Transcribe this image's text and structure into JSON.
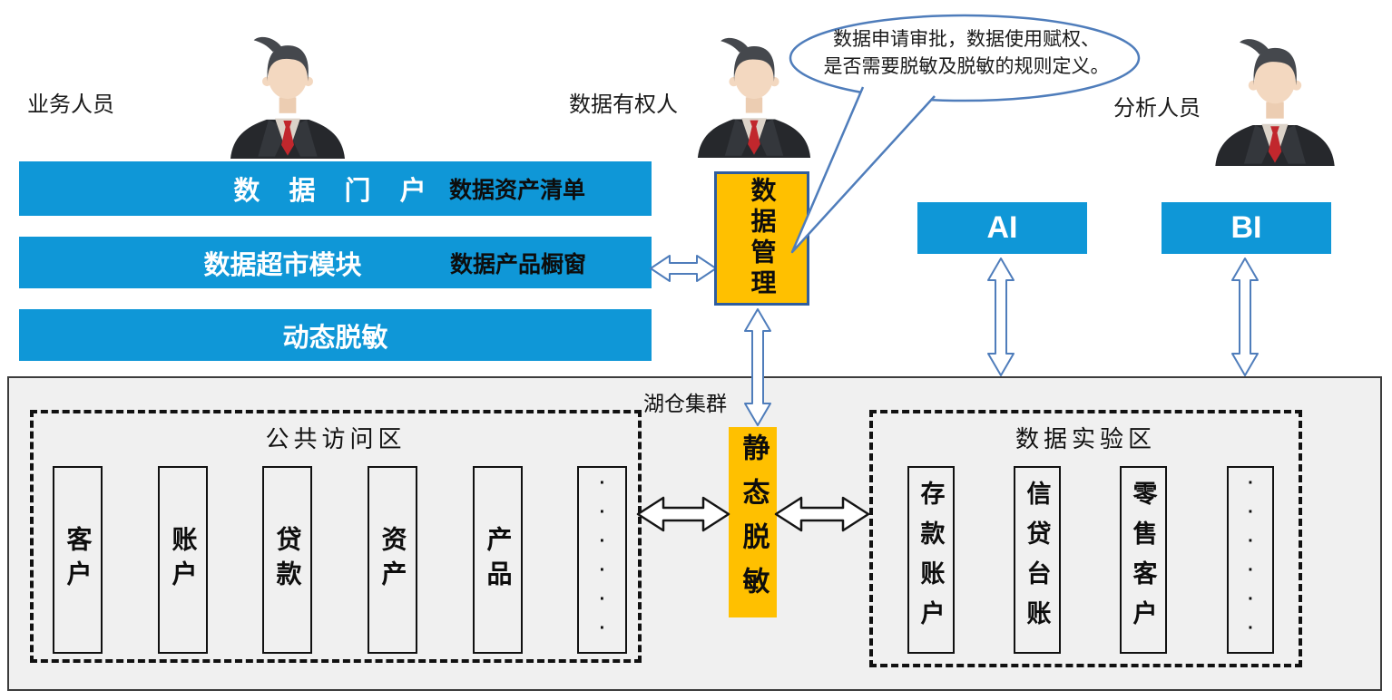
{
  "colors": {
    "primary_blue": "#0f97d7",
    "accent_yellow": "#ffc000",
    "arrow_blue": "#4f7dbb",
    "cluster_bg": "#f0f0f0"
  },
  "actors": {
    "business": "业务人员",
    "owner": "数据有权人",
    "analyst": "分析人员"
  },
  "portal": {
    "bar1": {
      "title": "数 据 门 户",
      "tag": "数据资产清单"
    },
    "bar2": {
      "title": "数据超市模块",
      "tag": "数据产品橱窗"
    },
    "bar3": {
      "title": "动态脱敏"
    }
  },
  "callout": {
    "line1": "数据申请审批，数据使用赋权、",
    "line2": "是否需要脱敏及脱敏的规则定义。"
  },
  "data_management": {
    "label": "数据管理"
  },
  "ai_label": "AI",
  "bi_label": "BI",
  "cluster": {
    "label": "湖仓集群",
    "public_zone": {
      "title": "公共访问区",
      "items": [
        "客户",
        "账户",
        "贷款",
        "资产",
        "产品",
        "······"
      ]
    },
    "static_masking": {
      "label": "静态脱敏"
    },
    "lab_zone": {
      "title": "数据实验区",
      "items": [
        "存款账户",
        "信贷台账",
        "零售客户",
        "······"
      ]
    }
  }
}
